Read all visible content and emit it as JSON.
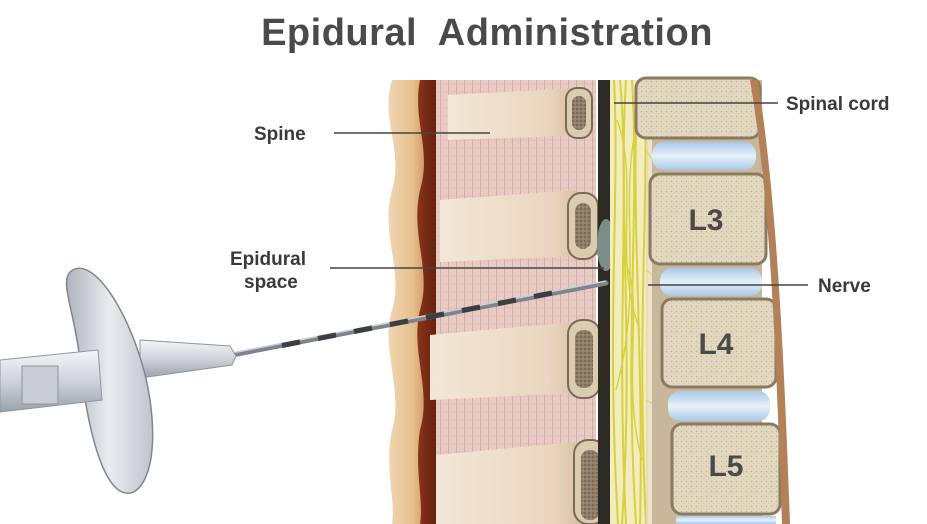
{
  "diagram": {
    "title": "Epidural  Administration",
    "labels": {
      "spine": "Spine",
      "epidural_line1": "Epidural",
      "epidural_line2": "space",
      "spinal_cord": "Spinal cord",
      "nerve": "Nerve"
    },
    "vertebrae": [
      "L3",
      "L4",
      "L5"
    ],
    "colors": {
      "bone": "#e0d6bd",
      "bone_inner": "#a6927a",
      "disc": "#c4dcef",
      "nerve": "#d9d64a",
      "tissue": "#e8c99e",
      "tissue_dark": "#7d3a1f",
      "needle_hub": "#d7dbe0"
    }
  }
}
